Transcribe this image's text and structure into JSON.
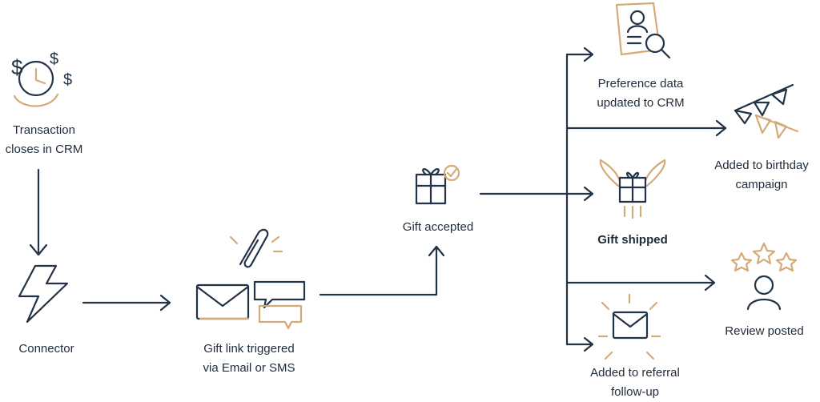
{
  "colors": {
    "navy": "#223347",
    "tan": "#d4ab78",
    "text": "#1f2b3a",
    "background": "#ffffff"
  },
  "nodes": [
    {
      "id": "transaction",
      "icon": "clock-money-icon",
      "lines": [
        "Transaction",
        "closes in CRM"
      ],
      "bold": false
    },
    {
      "id": "connector",
      "icon": "lightning-bolt-icon",
      "lines": [
        "Connector"
      ],
      "bold": false
    },
    {
      "id": "gift-link",
      "icon": "envelope-chat-paperclip-icon",
      "lines": [
        "Gift link triggered",
        "via Email or SMS"
      ],
      "bold": false
    },
    {
      "id": "gift-accepted",
      "icon": "gift-checkmark-icon",
      "lines": [
        "Gift accepted"
      ],
      "bold": false
    },
    {
      "id": "preference",
      "icon": "profile-search-icon",
      "lines": [
        "Preference data",
        "updated to CRM"
      ],
      "bold": false
    },
    {
      "id": "birthday",
      "icon": "bunting-flags-icon",
      "lines": [
        "Added to birthday",
        "campaign"
      ],
      "bold": false
    },
    {
      "id": "gift-shipped",
      "icon": "winged-gift-icon",
      "lines": [
        "Gift shipped"
      ],
      "bold": true
    },
    {
      "id": "review",
      "icon": "person-stars-icon",
      "lines": [
        "Review posted"
      ],
      "bold": false
    },
    {
      "id": "referral",
      "icon": "envelope-rays-icon",
      "lines": [
        "Added to referral",
        "follow-up"
      ],
      "bold": false
    }
  ]
}
